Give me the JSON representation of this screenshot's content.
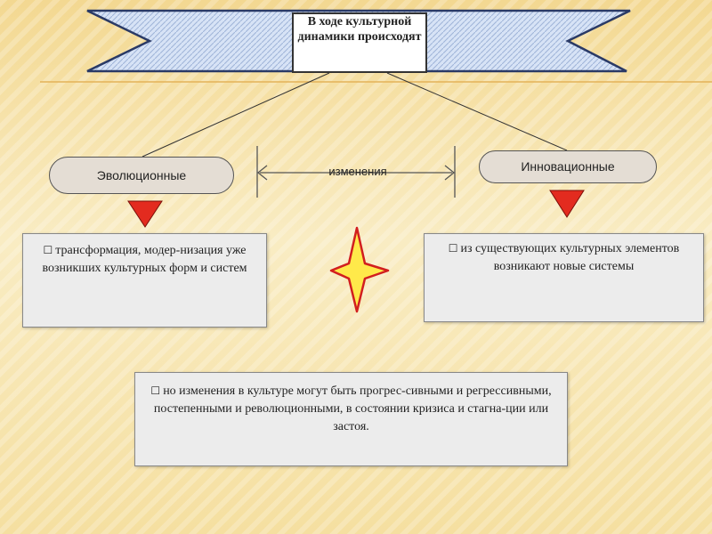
{
  "title": "В ходе культурной динамики происходят",
  "nodes": {
    "evolutionary": "Эволюционные",
    "innovative": "Инновационные",
    "changes": "изменения"
  },
  "bullet_icon": "checkbox-icon",
  "boxes": {
    "evolutionary_text": "трансформация, модер-низация уже возникших культурных форм и систем",
    "innovative_text": "из существующих культурных элементов возникают новые системы",
    "summary_text": "но изменения в культуре могут быть прогрес-сивными и регрессивными, постепенными и революционными, в состоянии кризиса и стагна-ции или застоя."
  },
  "colors": {
    "background": "#f7e3a6",
    "banner": "#c8d8f0",
    "arrow": "#e32b1f",
    "star_fill": "#ffe94a",
    "star_outline": "#d21e1e"
  }
}
